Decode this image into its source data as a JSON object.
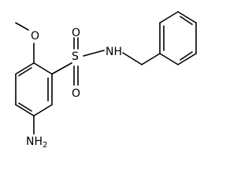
{
  "molecule": {
    "atoms": {
      "methoxy_o": "O",
      "sulfonyl_o_top": "O",
      "sulfonyl_s": "S",
      "sulfonyl_o_bottom": "O",
      "amide_n": "N",
      "amide_h": "H",
      "amine_n": "N",
      "amine_h": "H",
      "amine_h_count": "2"
    }
  }
}
